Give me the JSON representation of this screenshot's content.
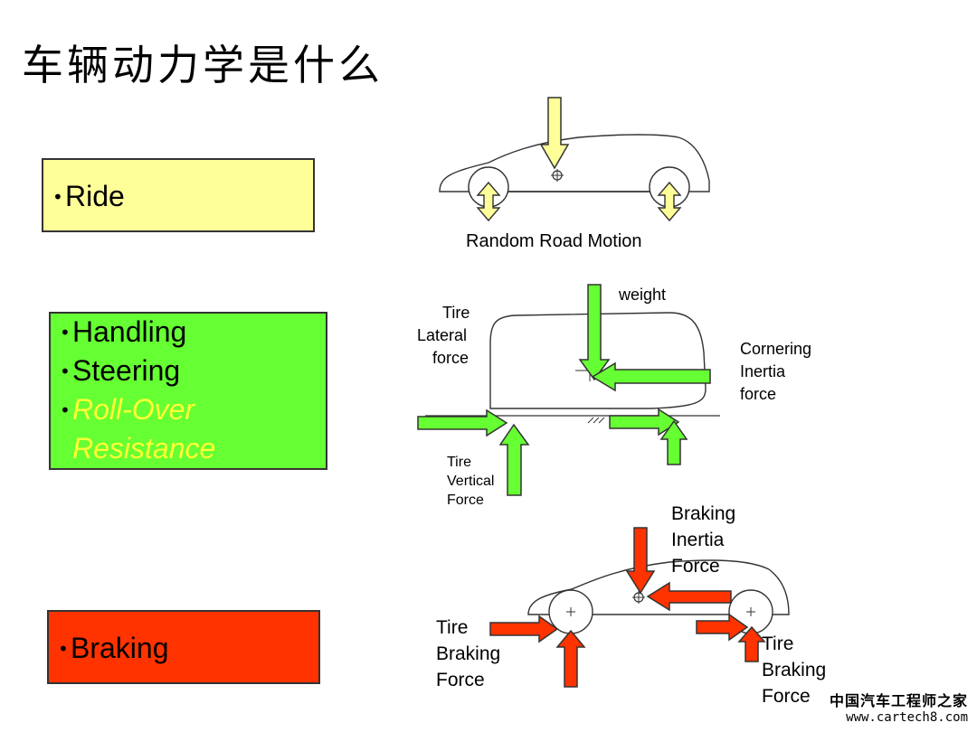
{
  "title": "车辆动力学是什么",
  "categories": {
    "ride": {
      "items": [
        "Ride"
      ],
      "color": "#ffff99"
    },
    "handling": {
      "items": [
        "Handling",
        "Steering",
        "Roll-Over",
        "Resistance"
      ],
      "color": "#66ff33",
      "highlight_color": "#ffff33"
    },
    "braking": {
      "items": [
        "Braking"
      ],
      "color": "#ff3300"
    }
  },
  "diagram_ride": {
    "label": "Random Road Motion",
    "arrow_color": "#ffff99"
  },
  "diagram_handling": {
    "weight": "weight",
    "tire_lateral": [
      "Tire",
      "Lateral",
      "force"
    ],
    "cornering": [
      "Cornering",
      "Inertia",
      "force"
    ],
    "tire_vertical": [
      "Tire",
      "Vertical",
      "Force"
    ],
    "arrow_color": "#66ff33"
  },
  "diagram_braking": {
    "inertia": [
      "Braking",
      "Inertia",
      "Force"
    ],
    "tire_left": [
      "Tire",
      "Braking",
      "Force"
    ],
    "tire_right": [
      "Tire",
      "Braking",
      "Force"
    ],
    "arrow_color": "#ff3300"
  },
  "watermark": {
    "line1": "中国汽车工程师之家",
    "line2": "www.cartech8.com"
  }
}
